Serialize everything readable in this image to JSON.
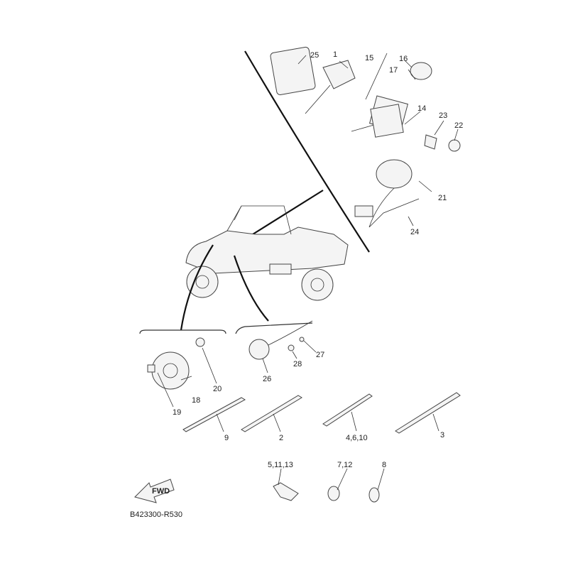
{
  "diagram": {
    "title_code": "B423300-R530",
    "fwd_label": "FWD",
    "callouts": [
      {
        "id": "c1",
        "text": "1"
      },
      {
        "id": "c2",
        "text": "2"
      },
      {
        "id": "c3",
        "text": "3"
      },
      {
        "id": "c4",
        "text": "4,6,10"
      },
      {
        "id": "c5",
        "text": "5,11,13"
      },
      {
        "id": "c7",
        "text": "7,12"
      },
      {
        "id": "c8",
        "text": "8"
      },
      {
        "id": "c9",
        "text": "9"
      },
      {
        "id": "c14",
        "text": "14"
      },
      {
        "id": "c15",
        "text": "15"
      },
      {
        "id": "c16",
        "text": "16"
      },
      {
        "id": "c17",
        "text": "17"
      },
      {
        "id": "c18",
        "text": "18"
      },
      {
        "id": "c19",
        "text": "19"
      },
      {
        "id": "c20",
        "text": "20"
      },
      {
        "id": "c21",
        "text": "21"
      },
      {
        "id": "c22",
        "text": "22"
      },
      {
        "id": "c23",
        "text": "23"
      },
      {
        "id": "c24",
        "text": "24"
      },
      {
        "id": "c25",
        "text": "25"
      },
      {
        "id": "c26",
        "text": "26"
      },
      {
        "id": "c27",
        "text": "27"
      },
      {
        "id": "c28",
        "text": "28"
      }
    ]
  }
}
